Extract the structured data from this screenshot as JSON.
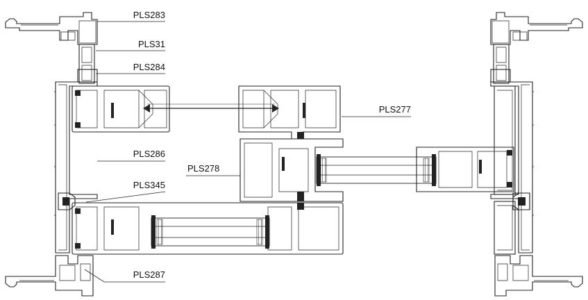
{
  "labels": {
    "pls283": "PLS283",
    "pls31": "PLS31",
    "pls284": "PLS284",
    "pls277": "PLS277",
    "pls286": "PLS286",
    "pls278": "PLS278",
    "pls345": "PLS345",
    "pls287": "PLS287"
  }
}
